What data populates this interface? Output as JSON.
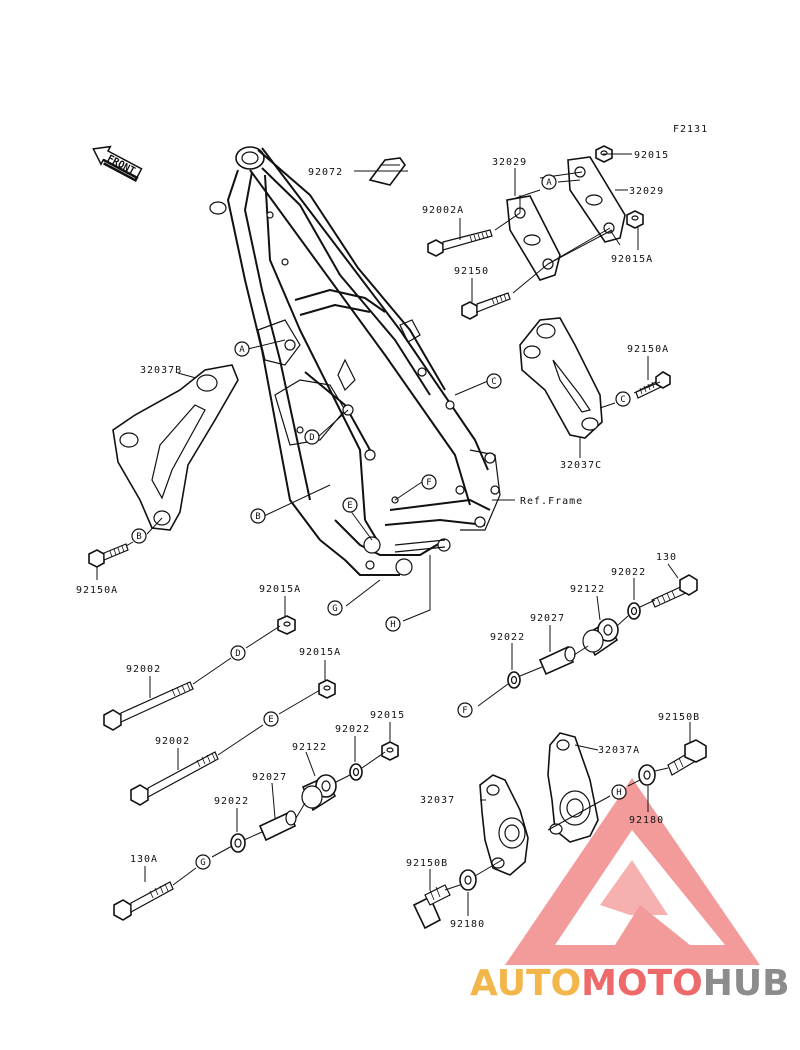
{
  "diagram": {
    "code": "F2131",
    "front_label": "FRONT",
    "ref_label": "Ref.Frame",
    "callouts": [
      "A",
      "B",
      "C",
      "D",
      "E",
      "F",
      "G",
      "H"
    ],
    "parts": {
      "p92072": "92072",
      "p32029_top": "32029",
      "p92015_top": "92015",
      "p32029_right": "32029",
      "p92002A": "92002A",
      "p92015A_top": "92015A",
      "p92150": "92150",
      "p92150A_right": "92150A",
      "p32037B": "32037B",
      "p32037C": "32037C",
      "p92150A_left": "92150A",
      "p92015A_mid": "92015A",
      "p130": "130",
      "p92022_r1": "92022",
      "p92122_r": "92122",
      "p92027_r": "92027",
      "p92022_r2": "92022",
      "p92002_1": "92002",
      "p92015A_low": "92015A",
      "p92002_2": "92002",
      "p92015_low": "92015",
      "p92022_m1": "92022",
      "p92122_m": "92122",
      "p92027_m": "92027",
      "p92022_m2": "92022",
      "p130A": "130A",
      "p92150B_r": "92150B",
      "p32037A": "32037A",
      "p32037": "32037",
      "p92180_r": "92180",
      "p92150B_l": "92150B",
      "p92180_l": "92180"
    }
  },
  "watermark": {
    "brand_parts": [
      "AUTO",
      "MOTO",
      "HUB"
    ],
    "colors": {
      "auto": "#f3b64a",
      "moto": "#ee6a6a",
      "hub": "#8c8c8c",
      "logo": "#f07a7a"
    }
  }
}
